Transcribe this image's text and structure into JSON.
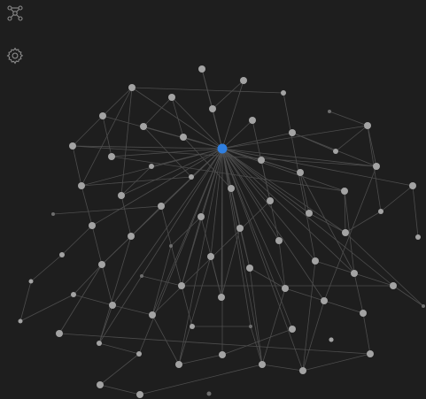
{
  "view": "graph",
  "toolbar": {
    "items": [
      {
        "id": "graph",
        "icon": "graph-view-icon"
      },
      {
        "id": "settings",
        "icon": "gear-icon"
      }
    ]
  },
  "colors": {
    "background": "#1e1e1e",
    "node": "#a3a3a3",
    "node_small": "#6e6e6e",
    "node_active": "#2f7fe0",
    "edge": "#4d4d4d",
    "icon": "#8a8a8a"
  }
}
